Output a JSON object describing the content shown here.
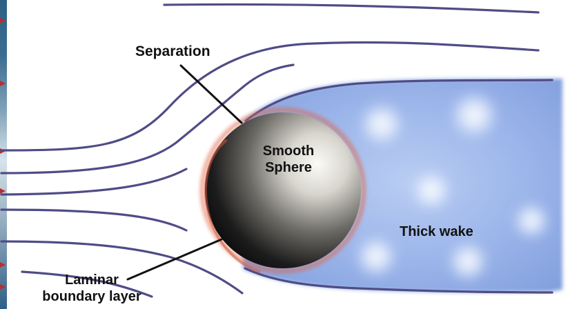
{
  "labels": {
    "separation": "Separation",
    "sphere_line1": "Smooth",
    "sphere_line2": "Sphere",
    "thick_wake": "Thick wake",
    "laminar_line1": "Laminar",
    "laminar_line2": "boundary layer"
  },
  "colors": {
    "stream_line": "#4f4c86",
    "wake_fill": "#8ea8de",
    "wake_bubble": "#f3f7ff",
    "sphere_light": "#f4f3ee",
    "sphere_dark": "#161616",
    "boundary_glow": "#e06645",
    "pointer": "#111111"
  },
  "icons": {
    "sphere": "smooth-sphere-graphic",
    "wake": "thick-wake-graphic"
  }
}
